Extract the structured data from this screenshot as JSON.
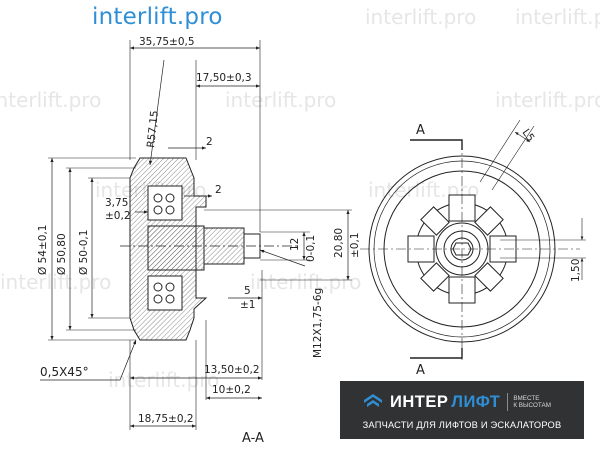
{
  "brand": {
    "site": "interlift.pro"
  },
  "watermarks": [
    "interlift.pro",
    "interlift.pro",
    "interlift.pro",
    "interlift.pro",
    "interlift.pro",
    "interlift.pro",
    "interlift.pro",
    "interlift.pro",
    "interlift.pro",
    "interlift.pro"
  ],
  "section_view": {
    "caption": "A-A",
    "dims": {
      "overall_width": "35,75±0,5",
      "half_width": "17,50±0,3",
      "radius": "R57,15",
      "flange_2": "2",
      "bearing_gap_2": "2",
      "offset_value": "3,75",
      "offset_tol": "±0,2",
      "thread_chamfer": "12",
      "thread_tol": "0-0,1",
      "shaft_dia": "20,80",
      "shaft_tol": "±0,1",
      "boss_5": "5",
      "boss_5_tol": "±1",
      "thread": "M12X1,75-6g",
      "dia_54": "Ø 54±0,1",
      "dia_50_80": "Ø 50,80",
      "dia_50": "Ø 50-0,1",
      "chamfer": "0,5X45°",
      "len_13_50": "13,50±0,2",
      "len_10": "10±0,2",
      "len_18_75": "18,75±0,2"
    }
  },
  "front_view": {
    "section_mark_top": "A",
    "section_mark_bottom": "A",
    "slot_width": "L5",
    "slot_offset": "1,50"
  },
  "banner": {
    "word1": "ИНТЕР",
    "word2": "ЛИФТ",
    "slogan_line1": "ВМЕСТЕ",
    "slogan_line2": "К ВЫСОТАМ",
    "tagline": "ЗАПЧАСТИ ДЛЯ ЛИФТОВ И ЭСКАЛАТОРОВ",
    "background": "#303234",
    "accent": "#2f8fd6"
  }
}
